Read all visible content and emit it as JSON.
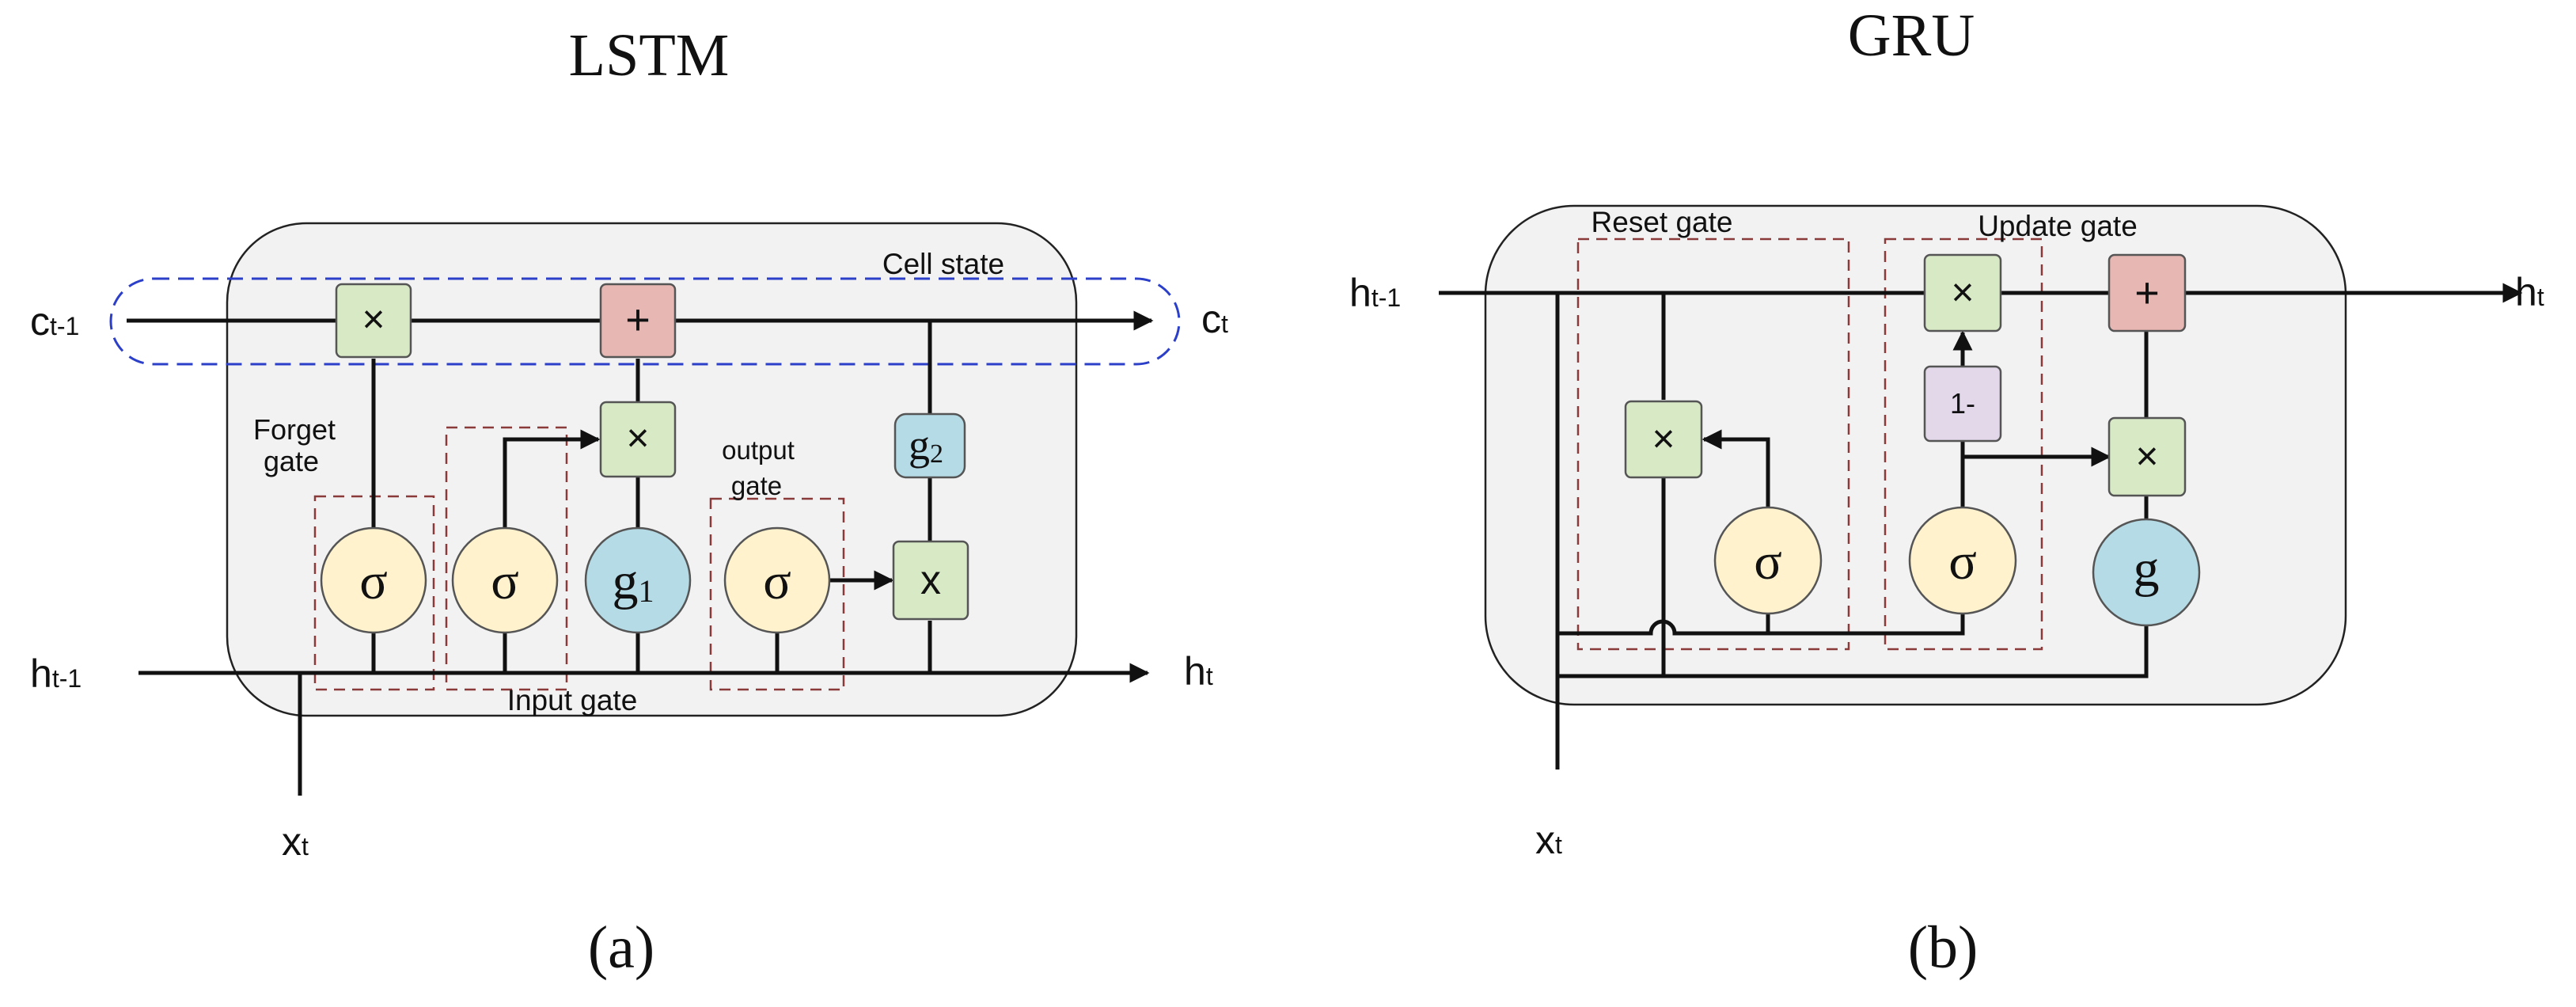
{
  "lstm": {
    "title": "LSTM",
    "input_c": "c",
    "input_c_sub": "t-1",
    "output_c": "c",
    "output_c_sub": "t",
    "input_h": "h",
    "input_h_sub": "t-1",
    "output_h": "h",
    "output_h_sub": "t",
    "input_x": "x",
    "input_x_sub": "t",
    "cell_state_label": "Cell state",
    "forget_gate_label_1": "Forget",
    "forget_gate_label_2": "gate",
    "input_gate_label": "Input gate",
    "output_gate_label_1": "output",
    "output_gate_label_2": "gate",
    "op_multiply": "×",
    "op_add": "+",
    "op_multiply_x": "x",
    "sigma": "σ",
    "g1": "g",
    "g1_sub": "1",
    "g2": "g",
    "g2_sub": "2",
    "caption": "(a)"
  },
  "gru": {
    "title": "GRU",
    "input_h": "h",
    "input_h_sub": "t-1",
    "output_h": "h",
    "output_h_sub": "t",
    "input_x": "x",
    "input_x_sub": "t",
    "reset_gate_label": "Reset gate",
    "update_gate_label": "Update gate",
    "op_multiply": "×",
    "op_add": "+",
    "one_minus": "1-",
    "sigma": "σ",
    "g": "g",
    "caption": "(b)"
  },
  "colors": {
    "mult_op": "#d8e9c6",
    "add_op": "#e7b7b3",
    "g_node": "#b5dbe7",
    "sigma_node": "#fff2cc",
    "one_minus_op": "#e2d8ea",
    "gate_box": "#8b3a3a",
    "cell_state_box": "#2b3fc9"
  }
}
